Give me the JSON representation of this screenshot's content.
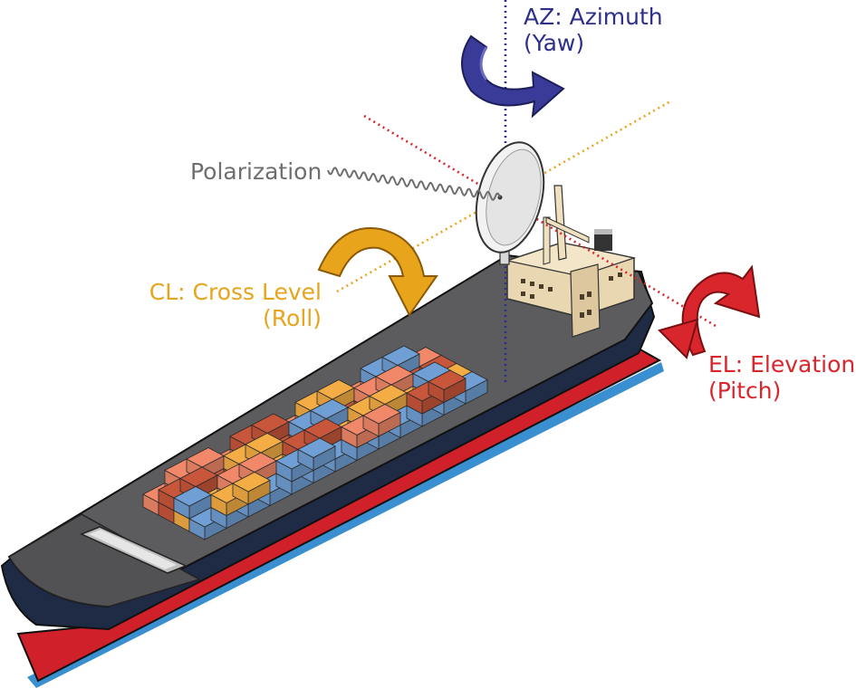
{
  "labels": {
    "azimuth_line1": "AZ: Azimuth",
    "azimuth_line2": "(Yaw)",
    "polarization": "Polarization",
    "cross_level_line1": "CL: Cross Level",
    "cross_level_line2": "(Roll)",
    "elevation_line1": "EL:  Elevation",
    "elevation_line2": "(Pitch)"
  },
  "colors": {
    "azimuth": "#2e2f8a",
    "cross_level": "#e8a51c",
    "elevation": "#d9262c",
    "polarization": "#6e6e6e",
    "hull_dark": "#1f2b45",
    "hull_red": "#d0202a",
    "waterline_blue": "#3a8fd0",
    "deck_grey": "#5c5c5e",
    "superstructure": "#e9d7b1"
  },
  "containers": {
    "colors": [
      "#f2886a",
      "#6f9fd4",
      "#f4ad45",
      "#c8563a"
    ]
  }
}
